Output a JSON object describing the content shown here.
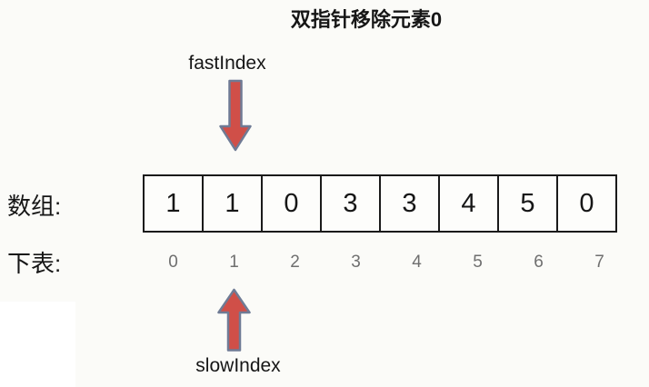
{
  "title": "双指针移除元素0",
  "pointers": {
    "fast_label": "fastIndex",
    "slow_label": "slowIndex",
    "fast_points_to_index": 1,
    "slow_points_to_index": 1
  },
  "labels": {
    "array_row": "数组:",
    "index_row": "下表:"
  },
  "array": {
    "values": [
      "1",
      "1",
      "0",
      "3",
      "3",
      "4",
      "5",
      "0"
    ],
    "indices": [
      "0",
      "1",
      "2",
      "3",
      "4",
      "5",
      "6",
      "7"
    ]
  },
  "colors": {
    "background": "#fbfbf8",
    "arrow_fill": "#d04f48",
    "arrow_stroke": "#6f7b95",
    "box_border": "#1a1a1a",
    "index_text": "#6f6f6f"
  }
}
